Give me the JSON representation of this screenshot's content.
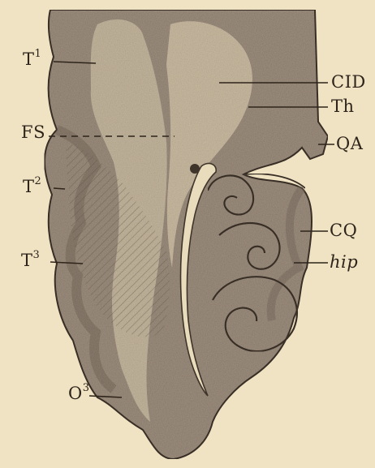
{
  "figure": {
    "labels": {
      "t1": {
        "base": "T",
        "sup": "1"
      },
      "fs": {
        "base": "FS"
      },
      "t2": {
        "base": "T",
        "sup": "2"
      },
      "t3": {
        "base": "T",
        "sup": "3"
      },
      "o3": {
        "base": "O",
        "sup": "3"
      },
      "cid": {
        "base": "CID"
      },
      "th": {
        "base": "Th"
      },
      "qa": {
        "base": "QA"
      },
      "cq": {
        "base": "CQ"
      },
      "hip": {
        "base": "hip"
      }
    },
    "colors": {
      "paper": "#f0e3c4",
      "tissue": "#a09282",
      "tissue_dark": "#7d7063",
      "white_matter": "#cdbfa6",
      "ink": "#2e241a"
    }
  }
}
